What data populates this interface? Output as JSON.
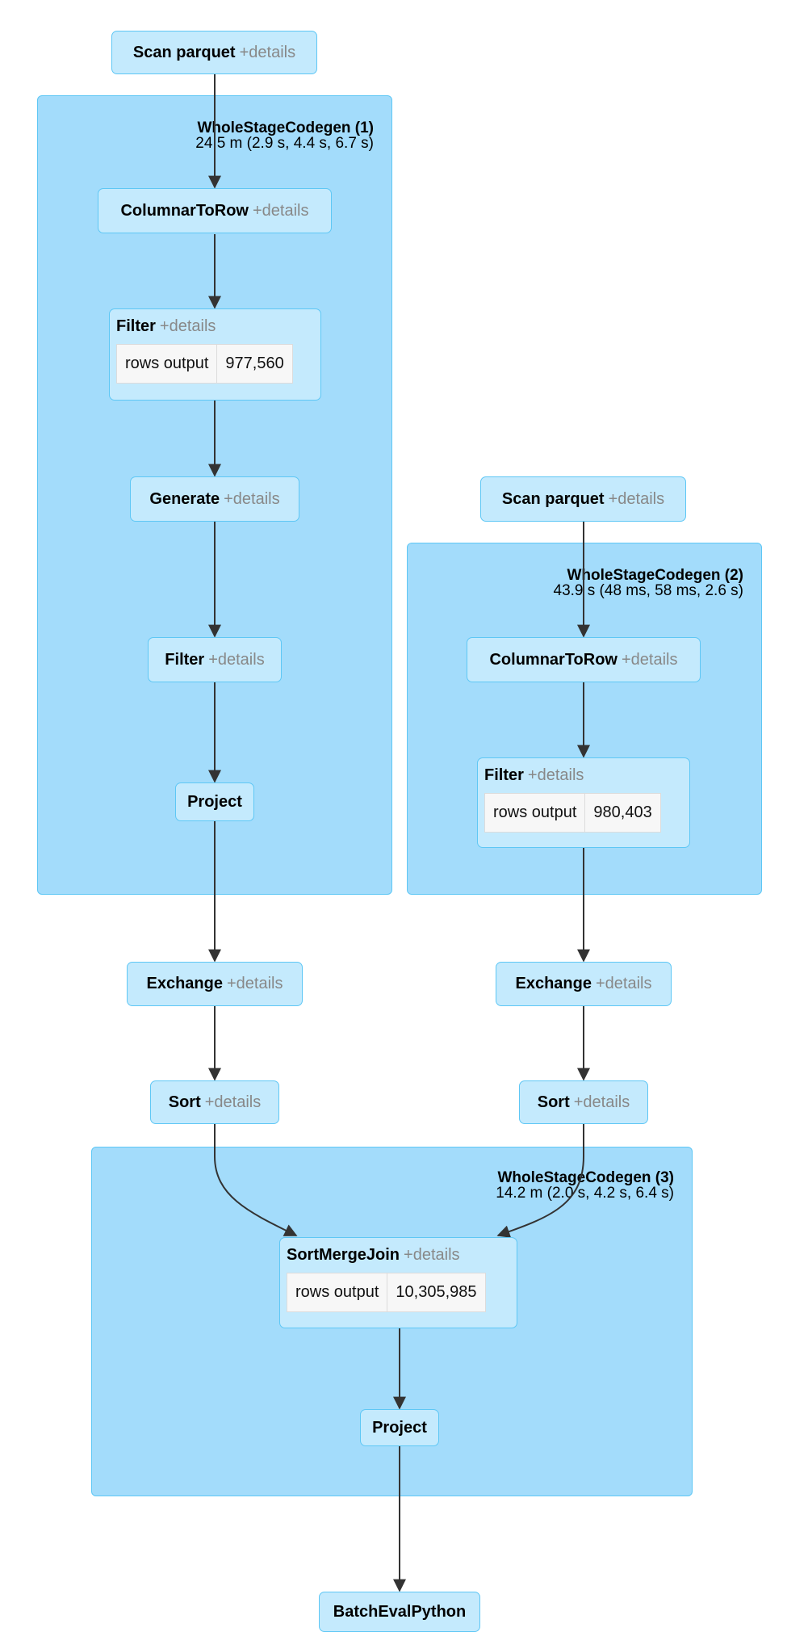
{
  "clusters": [
    {
      "id": "c1",
      "name": "WholeStageCodegen (1)",
      "metric": "24.5 m (2.9 s, 4.4 s, 6.7 s)"
    },
    {
      "id": "c2",
      "name": "WholeStageCodegen (2)",
      "metric": "43.9 s (48 ms, 58 ms, 2.6 s)"
    },
    {
      "id": "c3",
      "name": "WholeStageCodegen (3)",
      "metric": "14.2 m (2.0 s, 4.2 s, 6.4 s)"
    }
  ],
  "details_label": "+details",
  "nodes": {
    "scan1": {
      "name": "Scan parquet",
      "details": true
    },
    "col1": {
      "name": "ColumnarToRow",
      "details": true
    },
    "filter1": {
      "name": "Filter",
      "details": true,
      "metric_label": "rows output",
      "metric_value": "977,560"
    },
    "generate": {
      "name": "Generate",
      "details": true
    },
    "filter2": {
      "name": "Filter",
      "details": true
    },
    "project1": {
      "name": "Project",
      "details": false
    },
    "exchange1": {
      "name": "Exchange",
      "details": true
    },
    "sort1": {
      "name": "Sort",
      "details": true
    },
    "scan2": {
      "name": "Scan parquet",
      "details": true
    },
    "col2": {
      "name": "ColumnarToRow",
      "details": true
    },
    "filter3": {
      "name": "Filter",
      "details": true,
      "metric_label": "rows output",
      "metric_value": "980,403"
    },
    "exchange2": {
      "name": "Exchange",
      "details": true
    },
    "sort2": {
      "name": "Sort",
      "details": true
    },
    "smj": {
      "name": "SortMergeJoin",
      "details": true,
      "metric_label": "rows output",
      "metric_value": "10,305,985"
    },
    "project2": {
      "name": "Project",
      "details": false
    },
    "bep": {
      "name": "BatchEvalPython",
      "details": false
    }
  },
  "edges": [
    [
      "scan1",
      "col1"
    ],
    [
      "col1",
      "filter1"
    ],
    [
      "filter1",
      "generate"
    ],
    [
      "generate",
      "filter2"
    ],
    [
      "filter2",
      "project1"
    ],
    [
      "project1",
      "exchange1"
    ],
    [
      "exchange1",
      "sort1"
    ],
    [
      "sort1",
      "smj"
    ],
    [
      "scan2",
      "col2"
    ],
    [
      "col2",
      "filter3"
    ],
    [
      "filter3",
      "exchange2"
    ],
    [
      "exchange2",
      "sort2"
    ],
    [
      "sort2",
      "smj"
    ],
    [
      "smj",
      "project2"
    ],
    [
      "project2",
      "bep"
    ]
  ]
}
